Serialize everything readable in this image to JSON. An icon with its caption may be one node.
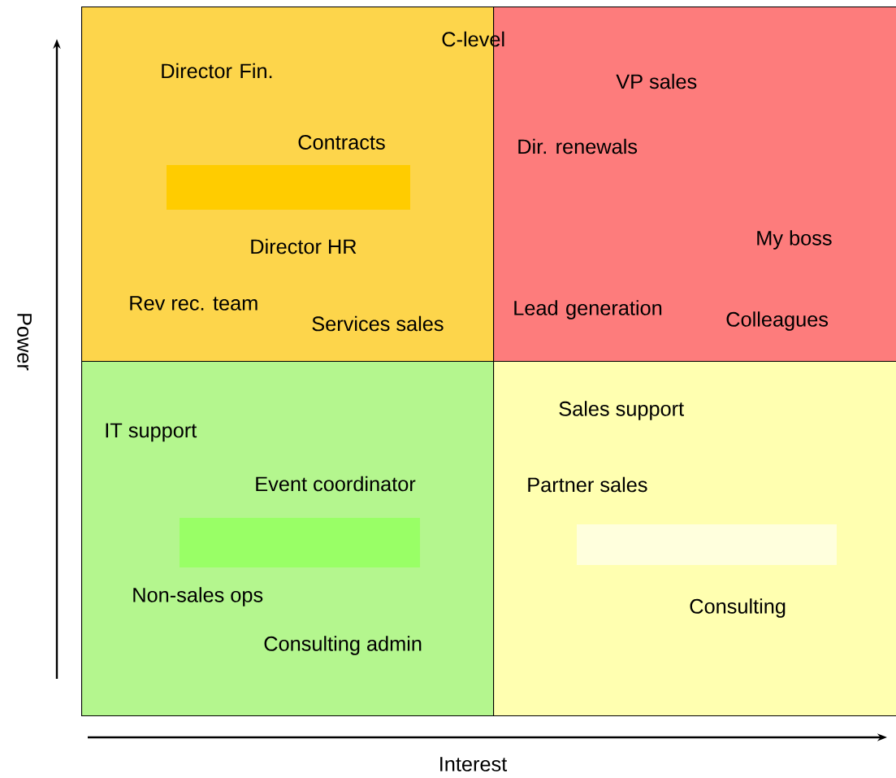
{
  "diagram": {
    "nodes": [
      {
        "text": [
          "Director Fin.",
          "C-level",
          "Contracts",
          "Director HR",
          "Rev rec. team",
          "Services sales"
        ]
      },
      {
        "text": [
          "VP sales",
          "Dir. renewals",
          "My boss",
          "Lead generation",
          "Colleagues"
        ]
      },
      {
        "text": [
          "IT support",
          "Event coordinator",
          "Non-sales ops",
          "Consulting admin"
        ]
      },
      {
        "text": [
          "Sales support",
          "Partner sales",
          "Consulting"
        ]
      },
      {
        "text": [],
        "shape": "box",
        "in": 0
      },
      {
        "text": [],
        "shape": "box",
        "in": 2
      },
      {
        "text": [],
        "shape": "box",
        "in": 3
      }
    ],
    "labels": [
      "Power",
      "Interest"
    ]
  }
}
